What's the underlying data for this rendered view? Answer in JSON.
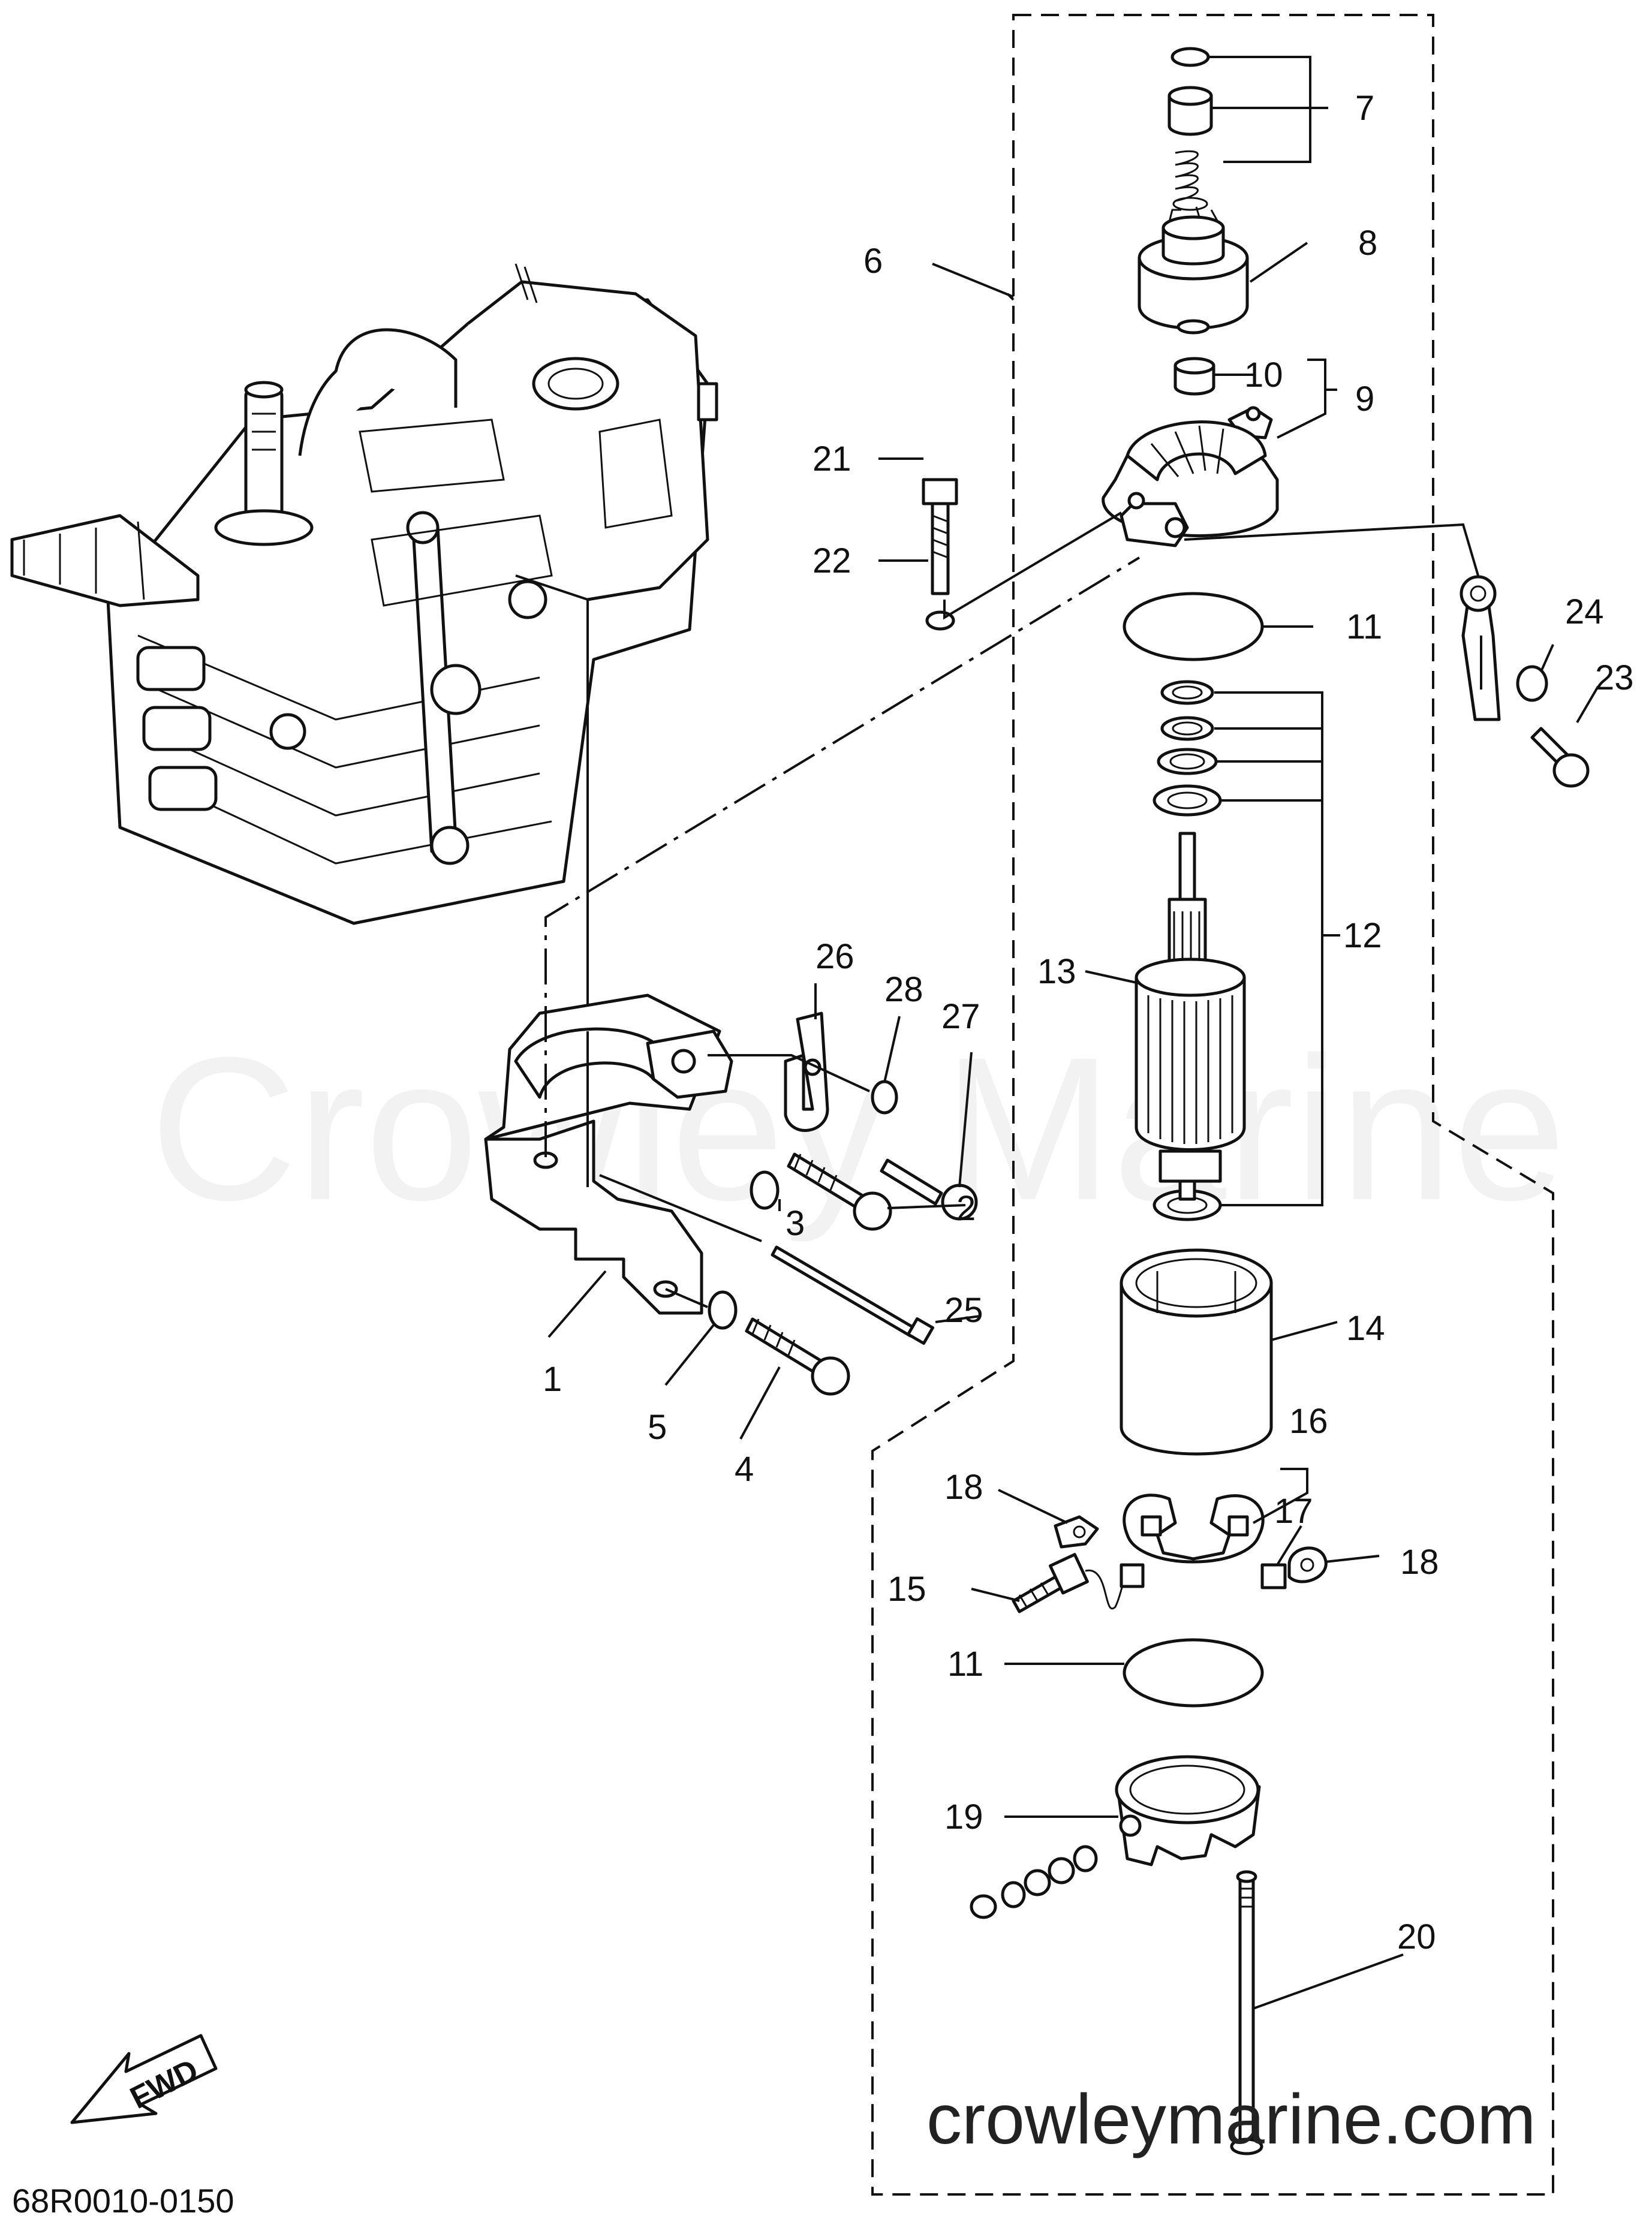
{
  "watermark": "Crowley Marine",
  "website": "crowleymarine.com",
  "diagram_code": "68R0010-0150",
  "fwd_label": "FWD",
  "callouts": [
    "1",
    "2",
    "3",
    "4",
    "5",
    "6",
    "7",
    "8",
    "9",
    "10",
    "11",
    "11",
    "12",
    "13",
    "14",
    "15",
    "16",
    "17",
    "18",
    "18",
    "19",
    "20",
    "21",
    "22",
    "23",
    "24",
    "25",
    "26",
    "27",
    "28"
  ]
}
